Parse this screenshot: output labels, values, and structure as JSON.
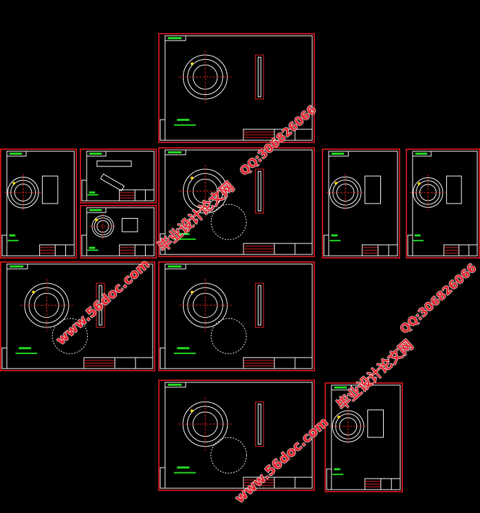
{
  "watermark": {
    "url": "www.56doc.com",
    "qq": "QQ:306826066",
    "site_name": "毕业设计论文网"
  },
  "colors": {
    "background": "#000000",
    "sheet_frame": "#c0141c",
    "inner_frame": "#ffffff",
    "geometry": "#ffffff",
    "dimension": "#e02020",
    "annotation": "#22dd22",
    "highlight": "#ffdd00"
  }
}
